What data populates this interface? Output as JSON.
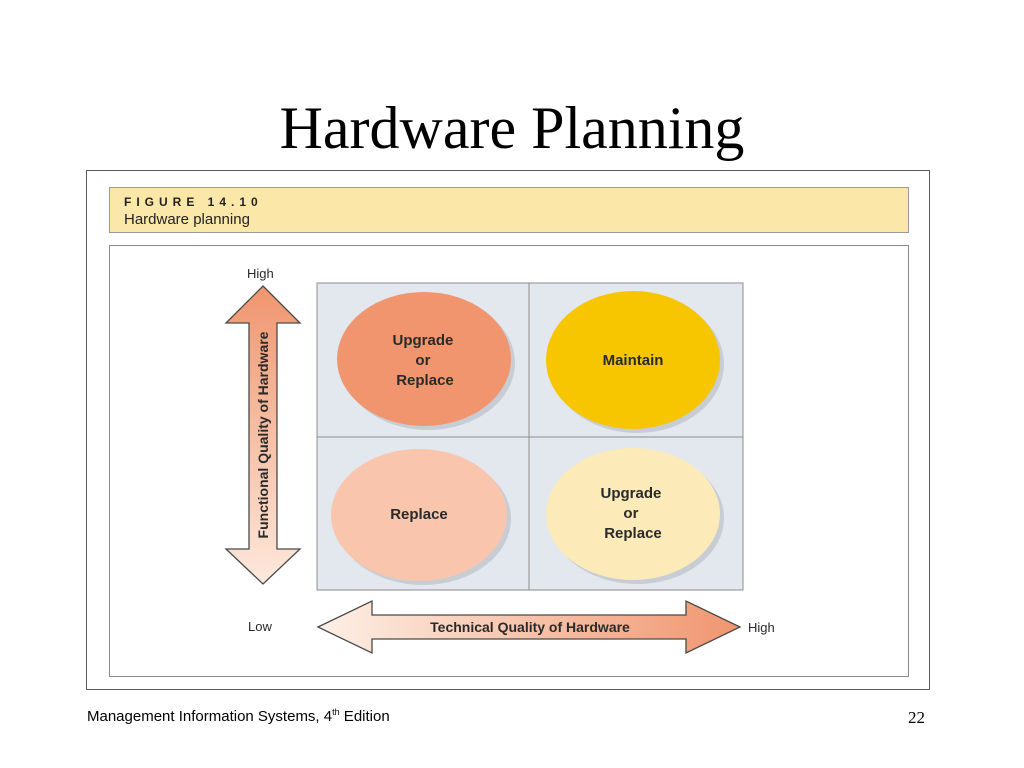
{
  "slide": {
    "title": "Hardware Planning",
    "figure_number": "FIGURE 14.10",
    "figure_title": "Hardware planning"
  },
  "diagram": {
    "y_axis": {
      "label": "Functional Quality of Hardware",
      "high": "High",
      "low": "Low"
    },
    "x_axis": {
      "label": "Technical Quality of Hardware",
      "high": "High"
    },
    "quadrants": {
      "top_left": {
        "lines": [
          "Upgrade",
          "or",
          "Replace"
        ],
        "color": "#f0956e"
      },
      "top_right": {
        "lines": [
          "Maintain"
        ],
        "color": "#f7c600"
      },
      "bottom_left": {
        "lines": [
          "Replace"
        ],
        "color": "#f9c5ad"
      },
      "bottom_right": {
        "lines": [
          "Upgrade",
          "or",
          "Replace"
        ],
        "color": "#fcebb8"
      }
    },
    "grid_color": "#e3e7ee"
  },
  "footer": {
    "book": "Management Information Systems, 4",
    "edition_sup": "th",
    "edition_word": " Edition",
    "page": "22"
  }
}
